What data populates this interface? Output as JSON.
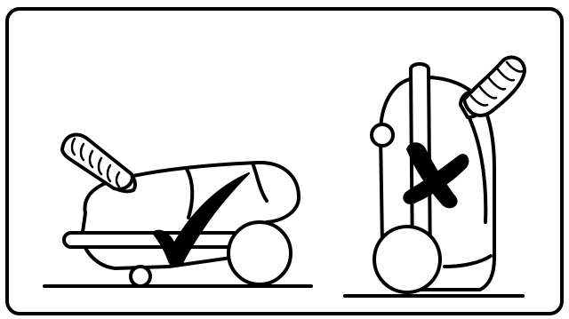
{
  "figure": {
    "panels": [
      {
        "id": "horizontal",
        "mark": "check-mark",
        "verdict": "correct"
      },
      {
        "id": "upright",
        "mark": "cross-mark",
        "verdict": "incorrect"
      }
    ],
    "colors": {
      "line": "#000000",
      "background": "#ffffff"
    }
  }
}
